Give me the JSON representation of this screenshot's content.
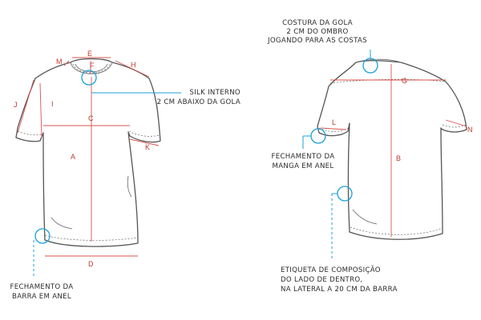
{
  "measure_labels": {
    "A": "A",
    "B": "B",
    "C": "C",
    "D": "D",
    "E": "E",
    "F": "F",
    "G": "G",
    "H": "H",
    "I": "I",
    "J": "J",
    "K": "K",
    "L": "L",
    "M": "M",
    "N": "N"
  },
  "callouts": {
    "gola": [
      "COSTURA DA GOLA",
      "2 CM DO OMBRO",
      "JOGANDO PARA AS COSTAS"
    ],
    "silk": [
      "SILK INTERNO",
      "2 CM ABAIXO DA GOLA"
    ],
    "manga": [
      "FECHAMENTO DA",
      "MANGA EM ANEL"
    ],
    "barra": [
      "FECHAMENTO DA",
      "BARRA EM ANEL"
    ],
    "etiqueta": [
      "ETIQUETA DE COMPOSIÇÃO",
      "DO LADO DE DENTRO,",
      "NA LATERAL A 20 CM DA BARRA"
    ]
  },
  "colors": {
    "measure": "#d9534f",
    "callout": "#1ba1d8",
    "outline": "#555555"
  }
}
